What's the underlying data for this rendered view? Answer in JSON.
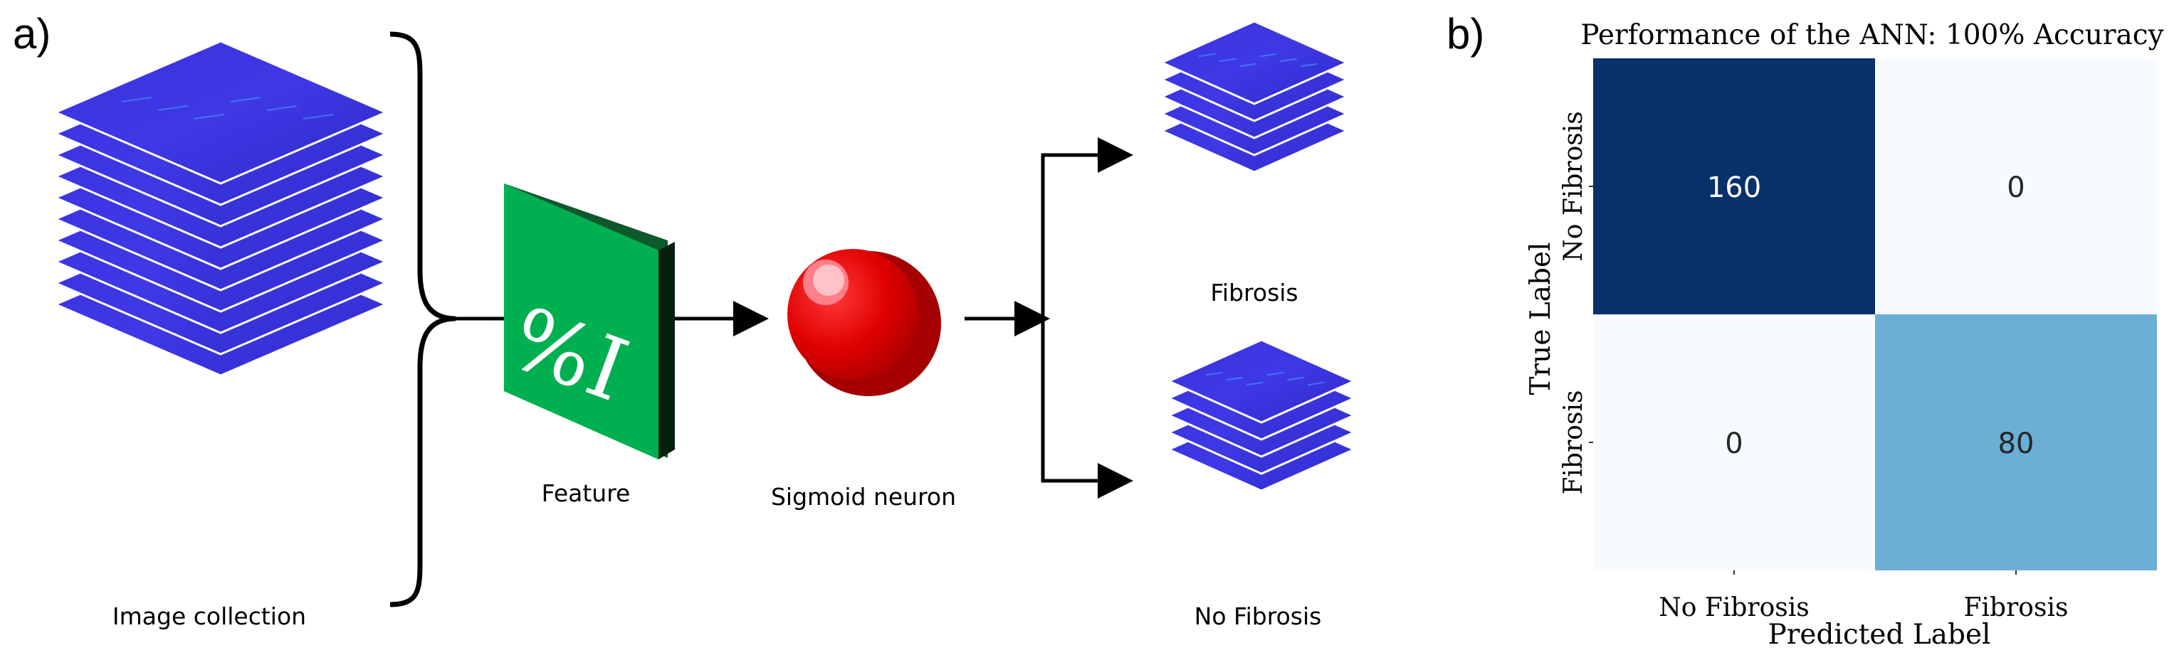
{
  "panel_a": {
    "label": "a)",
    "image_collection_label": "Image collection",
    "feature_label": "Feature",
    "feature_symbol": "I%",
    "neuron_label": "Sigmoid neuron",
    "output_top_label": "Fibrosis",
    "output_bottom_label": "No Fibrosis",
    "colors": {
      "layer": "#3a30dc",
      "layer_edge": "#ffffff",
      "feature_front": "#00b050",
      "feature_side": "#0b3a1e",
      "neuron": "#e00000"
    }
  },
  "panel_b": {
    "label": "b)",
    "chart_data": {
      "type": "heatmap",
      "title": "Performance of the ANN: 100% Accuracy",
      "xlabel": "Predicted Label",
      "ylabel": "True Label",
      "x_categories": [
        "No Fibrosis",
        "Fibrosis"
      ],
      "y_categories": [
        "No Fibrosis",
        "Fibrosis"
      ],
      "values": [
        [
          160,
          0
        ],
        [
          0,
          80
        ]
      ],
      "colormap": "Blues"
    }
  }
}
